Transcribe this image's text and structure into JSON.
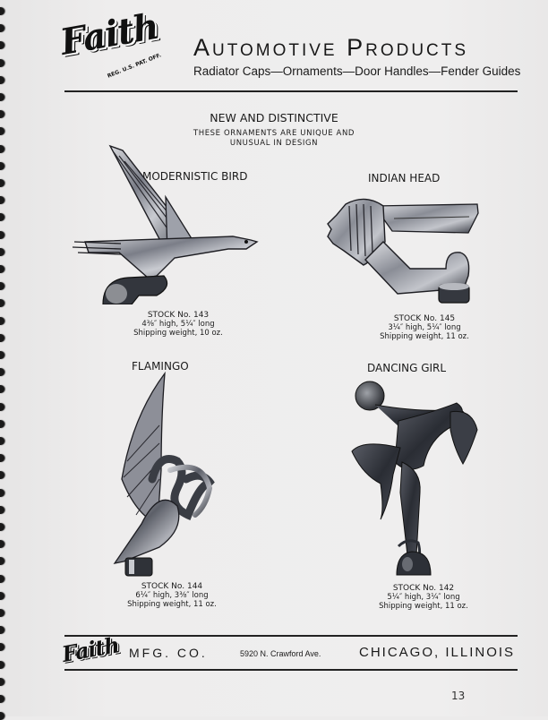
{
  "header": {
    "logo_text": "Faith",
    "logo_registration": "REG. U.S. PAT. OFF.",
    "title": "Automotive Products",
    "subtitle": "Radiator Caps—Ornaments—Door Handles—Fender Guides"
  },
  "intro": {
    "heading": "NEW AND DISTINCTIVE",
    "line1": "THESE ORNAMENTS ARE UNIQUE AND",
    "line2": "UNUSUAL IN DESIGN"
  },
  "products": [
    {
      "name": "MODERNISTIC BIRD",
      "stock": "STOCK No. 143",
      "dimensions": "4⅜″ high, 5¼″ long",
      "weight": "Shipping weight, 10 oz.",
      "image_icon": "bird-ornament-icon"
    },
    {
      "name": "INDIAN HEAD",
      "stock": "STOCK No. 145",
      "dimensions": "3¼″ high, 5¼″ long",
      "weight": "Shipping weight, 11 oz.",
      "image_icon": "indian-head-ornament-icon"
    },
    {
      "name": "FLAMINGO",
      "stock": "STOCK No. 144",
      "dimensions": "6¼″ high, 3⅜″ long",
      "weight": "Shipping weight, 11 oz.",
      "image_icon": "flamingo-ornament-icon"
    },
    {
      "name": "DANCING GIRL",
      "stock": "STOCK No. 142",
      "dimensions": "5¼″ high, 3¼″ long",
      "weight": "Shipping weight, 11 oz.",
      "image_icon": "dancing-girl-ornament-icon"
    }
  ],
  "footer": {
    "logo_text": "Faith",
    "company": "MFG. CO.",
    "address": "5920 N. Crawford Ave.",
    "city": "CHICAGO, ILLINOIS"
  },
  "page_number": "13",
  "colors": {
    "paper": "#eeeded",
    "ink": "#1a1a1a",
    "chrome_dark": "#2a2d33",
    "chrome_mid": "#7d8088",
    "chrome_light": "#d8d9dd"
  }
}
